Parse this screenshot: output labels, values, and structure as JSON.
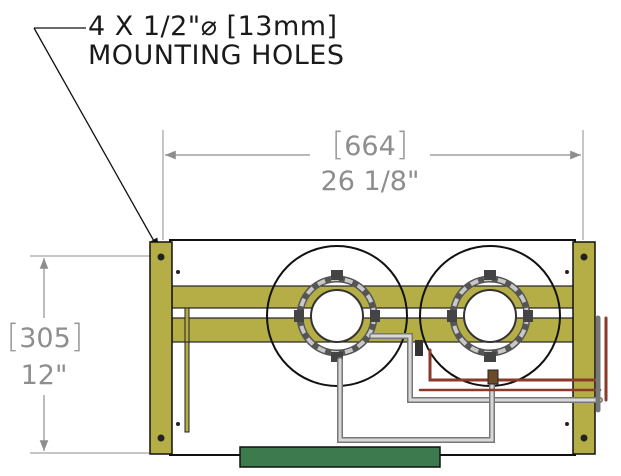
{
  "callout": {
    "line1": "4 X 1/2\"⌀ [13mm]",
    "line2": "MOUNTING HOLES"
  },
  "width_dim": {
    "metric": "664",
    "imperial": "26 1/8\""
  },
  "height_dim": {
    "metric": "305",
    "imperial": "12\""
  },
  "colors": {
    "bracket": "#b5ae47",
    "plate": "#3d7a4d",
    "dimension": "#8e8e8e"
  }
}
